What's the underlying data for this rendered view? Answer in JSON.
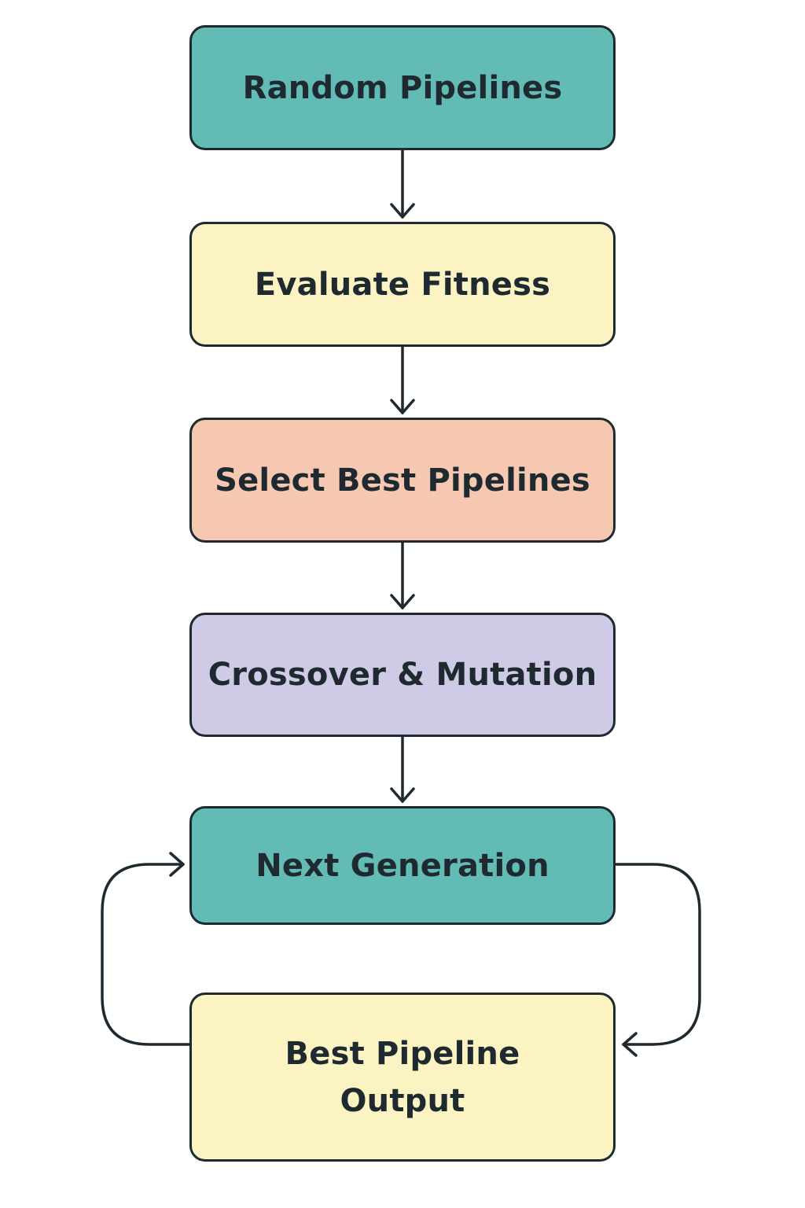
{
  "diagram": {
    "nodes": [
      {
        "label": "Random Pipelines",
        "color": "#63bbb5"
      },
      {
        "label": "Evaluate Fitness",
        "color": "#fbf3c2"
      },
      {
        "label": "Select Best Pipelines",
        "color": "#f6c8b1"
      },
      {
        "label": "Crossover & Mutation",
        "color": "#cfcbe6"
      },
      {
        "label": "Next Generation",
        "color": "#63bbb5"
      },
      {
        "label": "Best Pipeline\nOutput",
        "color": "#fbf3c2"
      }
    ],
    "edges": [
      {
        "from": "Random Pipelines",
        "to": "Evaluate Fitness"
      },
      {
        "from": "Evaluate Fitness",
        "to": "Select Best Pipelines"
      },
      {
        "from": "Select Best Pipelines",
        "to": "Crossover & Mutation"
      },
      {
        "from": "Crossover & Mutation",
        "to": "Next Generation"
      },
      {
        "from": "Next Generation",
        "to": "Best Pipeline Output"
      },
      {
        "from": "Best Pipeline Output",
        "to": "Next Generation"
      }
    ],
    "stroke_color": "#1f2a30"
  }
}
